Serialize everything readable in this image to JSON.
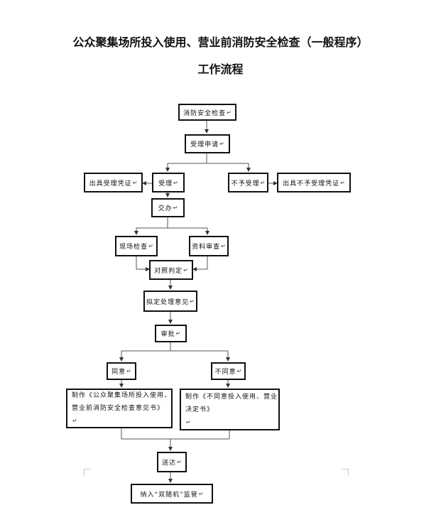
{
  "title": {
    "line1": "公众聚集场所投入使用、营业前消防安全检查（一般程序）",
    "line2": "工作流程"
  },
  "return_mark": "↵",
  "nodes": {
    "inspection": "消防安全检查",
    "application": "受理申请",
    "accept": "受理",
    "issue_accept": "出具受理凭证",
    "reject": "不予受理",
    "issue_reject": "出具不予受理凭证",
    "assign": "交办",
    "site_check": "现场检查",
    "doc_review": "资料审查",
    "compare": "对照判定",
    "opinion": "拟定处理意见",
    "approve": "审批",
    "agree": "同意",
    "disagree": "不同意",
    "make_agree_line1": "制作《公众聚集场所投入使用、",
    "make_agree_line2": "营业前消防安全检查意见书》",
    "make_disagree_line1": "制作《不同意投入使用、营业",
    "make_disagree_line2": "决定书》",
    "deliver": "送达",
    "supervise": "纳入“双随机”监管"
  }
}
